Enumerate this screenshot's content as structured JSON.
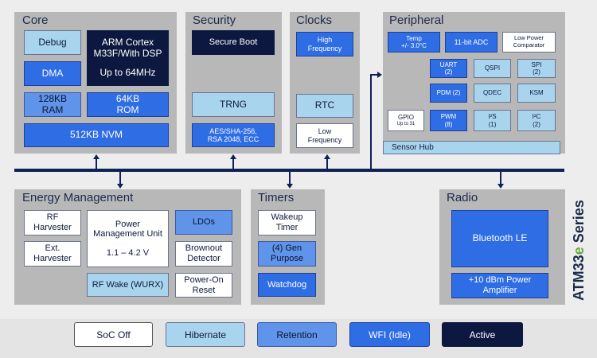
{
  "panels": {
    "core": "Core",
    "security": "Security",
    "clocks": "Clocks",
    "peripheral": "Peripheral",
    "energy": "Energy Management",
    "timers": "Timers",
    "radio": "Radio"
  },
  "core": {
    "debug": "Debug",
    "arm": "ARM Cortex\nM33F/With DSP",
    "arm_speed": "Up to 64MHz",
    "dma": "DMA",
    "ram": "128KB\nRAM",
    "rom": "64KB\nROM",
    "nvm": "512KB NVM"
  },
  "security": {
    "secure_boot": "Secure Boot",
    "trng": "TRNG",
    "aes": "AES/SHA-256,\nRSA 2048, ECC"
  },
  "clocks": {
    "high": "High\nFrequency",
    "rtc": "RTC",
    "low": "Low\nFrequency"
  },
  "peripheral": {
    "temp": "Temp\n+/- 3.0°C",
    "adc": "11-bit ADC",
    "comparator": "Low Power\nComparator",
    "uart": "UART\n(2)",
    "qspi": "QSPI",
    "spi": "SPI\n(2)",
    "pdm": "PDM (2)",
    "qdec": "QDEC",
    "ksm": "KSM",
    "gpio": "GPIO",
    "gpio_sub": "Up to 31",
    "pwm": "PWM\n(8)",
    "i2s": "I²S\n(1)",
    "i2c": "I²C\n(2)",
    "sensor_hub": "Sensor Hub"
  },
  "energy": {
    "rf_harvester": "RF\nHarvester",
    "ext_harvester": "Ext.\nHarvester",
    "pmu": "Power\nManagement Unit",
    "pmu_range": "1.1 – 4.2 V",
    "ldos": "LDOs",
    "brownout": "Brownout\nDetector",
    "rf_wake": "RF Wake (WURX)",
    "power_on": "Power-On\nReset"
  },
  "timers": {
    "wakeup": "Wakeup\nTimer",
    "gen_purpose": "(4) Gen\nPurpose",
    "watchdog": "Watchdog"
  },
  "radio": {
    "ble": "Bluetooth LE",
    "amp": "+10 dBm Power\nAmplifier"
  },
  "legend": [
    {
      "label": "SoC Off",
      "color": "#ffffff"
    },
    {
      "label": "Hibernate",
      "color": "#a8d4ee"
    },
    {
      "label": "Retention",
      "color": "#5f94ea"
    },
    {
      "label": "WFI (Idle)",
      "color": "#2f6de5"
    },
    {
      "label": "Active",
      "color": "#0c1840"
    }
  ],
  "series": {
    "prefix": "ATM33",
    "highlight": "e",
    "suffix": " Series"
  }
}
